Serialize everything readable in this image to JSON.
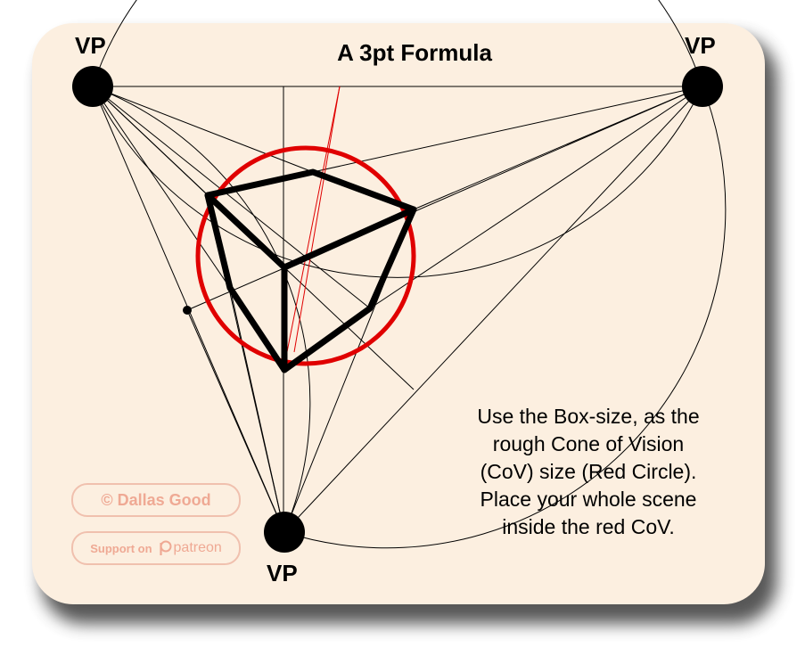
{
  "title": "A 3pt Formula",
  "vanishing_points": [
    {
      "label": "VP"
    },
    {
      "label": "VP"
    },
    {
      "label": "VP"
    }
  ],
  "caption": [
    "Use the Box-size, as the",
    "rough Cone of Vision",
    "(CoV) size (Red Circle).",
    "Place your whole scene",
    "inside the red CoV."
  ],
  "credit": {
    "text": "© Dallas Good"
  },
  "support": {
    "prefix": "Support on",
    "brand": "patreon"
  },
  "colors": {
    "background": "#fcefe0",
    "cov_circle": "#e00000",
    "ink": "#000000",
    "watermark": "#efa994"
  }
}
